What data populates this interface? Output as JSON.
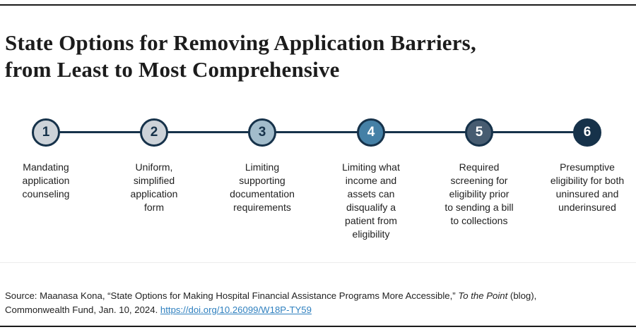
{
  "page": {
    "title_lines": [
      "State Options for Removing Application Barriers,",
      "from Least to Most Comprehensive"
    ]
  },
  "colors": {
    "rule": "#1a1a1a",
    "divider": "#ededed",
    "navy": "#16324a",
    "link_blue": "#2f80bf"
  },
  "timeline": {
    "track_color": "#16324a",
    "steps": [
      {
        "number": "1",
        "label": [
          "Mandating",
          "application",
          "counseling"
        ],
        "fill": "#cdd3d9",
        "number_color": "#16324a"
      },
      {
        "number": "2",
        "label": [
          "Uniform,",
          "simplified",
          "application",
          "form"
        ],
        "fill": "#cdd3d9",
        "number_color": "#16324a"
      },
      {
        "number": "3",
        "label": [
          "Limiting",
          "supporting",
          "documentation",
          "requirements"
        ],
        "fill": "#a2bccb",
        "number_color": "#16324a"
      },
      {
        "number": "4",
        "label": [
          "Limiting what",
          "income and",
          "assets can",
          "disqualify a",
          "patient from",
          "eligibility"
        ],
        "fill": "#4580a6",
        "number_color": "#ffffff"
      },
      {
        "number": "5",
        "label": [
          "Required",
          "screening for",
          "eligibility prior",
          "to sending a bill",
          "to collections"
        ],
        "fill": "#475c71",
        "number_color": "#ffffff"
      },
      {
        "number": "6",
        "label": [
          "Presumptive",
          "eligibility for both",
          "uninsured and",
          "underinsured"
        ],
        "fill": "#16324a",
        "number_color": "#ffffff"
      }
    ]
  },
  "source": {
    "prefix": "Source: Maanasa Kona, “State Options for Making Hospital Financial Assistance Programs More Accessible,” ",
    "publication": "To the Point",
    "middle": " (blog),",
    "line2": "Commonwealth Fund, Jan. 10, 2024. ",
    "link_text": "https://doi.org/10.26099/W18P-TY59"
  }
}
